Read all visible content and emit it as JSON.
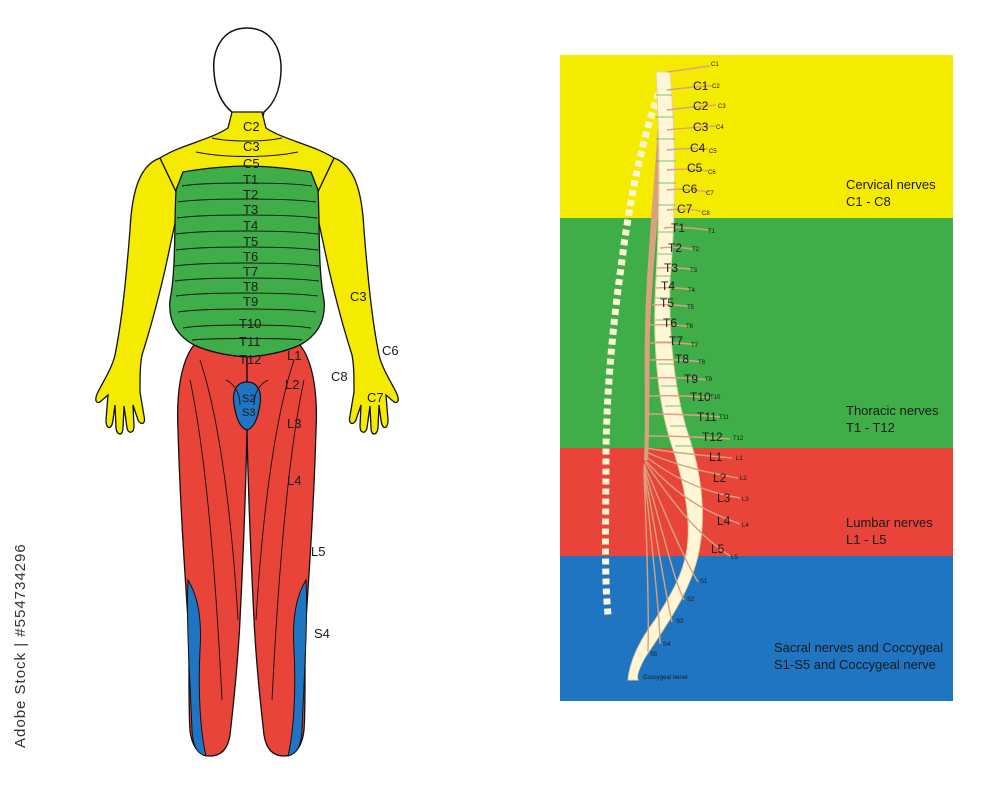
{
  "colors": {
    "cervical": "#F5EB00",
    "thoracic": "#3FAE49",
    "lumbar": "#E8443A",
    "sacral": "#1F75C1",
    "spine_bone": "#FFF6D6",
    "nerve": "#D9A27F",
    "outline": "#111111"
  },
  "body_labels": {
    "neck": [
      "C2",
      "C3",
      "C5"
    ],
    "torso": [
      "T1",
      "T2",
      "T3",
      "T4",
      "T5",
      "T6",
      "T7",
      "T8",
      "T9",
      "T10",
      "T11",
      "T12"
    ],
    "groin": [
      "S2",
      "S3"
    ],
    "arm_c3": "C3",
    "arm_c6": "C6",
    "arm_c8": "C8",
    "arm_c7": "C7",
    "leg_l1": "L1",
    "leg_l2": "L2",
    "leg_l3": "L3",
    "leg_l4": "L4",
    "leg_l5": "L5",
    "leg_s4": "S4"
  },
  "spine": {
    "vertebra_labels": [
      "C1",
      "C2",
      "C3",
      "C4",
      "C5",
      "C6",
      "C7",
      "T1",
      "T2",
      "T3",
      "T4",
      "T5",
      "T6",
      "T7",
      "T8",
      "T9",
      "T10",
      "T11",
      "T12",
      "L1",
      "L2",
      "L3",
      "L4",
      "L5"
    ],
    "nerve_labels": [
      "C1",
      "C2",
      "C3",
      "C4",
      "C5",
      "C6",
      "C7",
      "C8",
      "T1",
      "T2",
      "T3",
      "T4",
      "T5",
      "T6",
      "T7",
      "T8",
      "T9",
      "T10",
      "T11",
      "T12",
      "L1",
      "L2",
      "L3",
      "L4",
      "L5",
      "S1",
      "S2",
      "S3",
      "S4",
      "S5"
    ],
    "coccygeal_label": "Coccygeal nerve"
  },
  "regions": [
    {
      "id": "cervical",
      "title": "Cervical nerves",
      "range": "C1 - C8"
    },
    {
      "id": "thoracic",
      "title": "Thoracic nerves",
      "range": "T1 - T12"
    },
    {
      "id": "lumbar",
      "title": "Lumbar nerves",
      "range": "L1 - L5"
    },
    {
      "id": "sacral",
      "title": "Sacral nerves and Coccygeal",
      "range": "S1-S5 and Coccygeal nerve"
    }
  ],
  "watermark": {
    "side_text": "Adobe Stock | #554734296"
  }
}
